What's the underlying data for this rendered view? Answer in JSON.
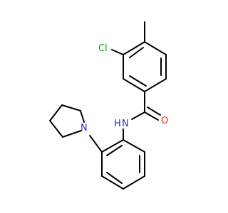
{
  "molecule": {
    "atoms": {
      "chlorine": {
        "label": "Cl",
        "color": "#1e9e2a"
      },
      "amide_n": {
        "label": "N",
        "color": "#2533c8"
      },
      "amide_h": {
        "label": "H",
        "color": "#2533c8"
      },
      "carbonyl_o": {
        "label": "O",
        "color": "#e0301e"
      },
      "pyrrolidine_n": {
        "label": "N",
        "color": "#2533c8"
      }
    },
    "bond_color": "#000000"
  }
}
